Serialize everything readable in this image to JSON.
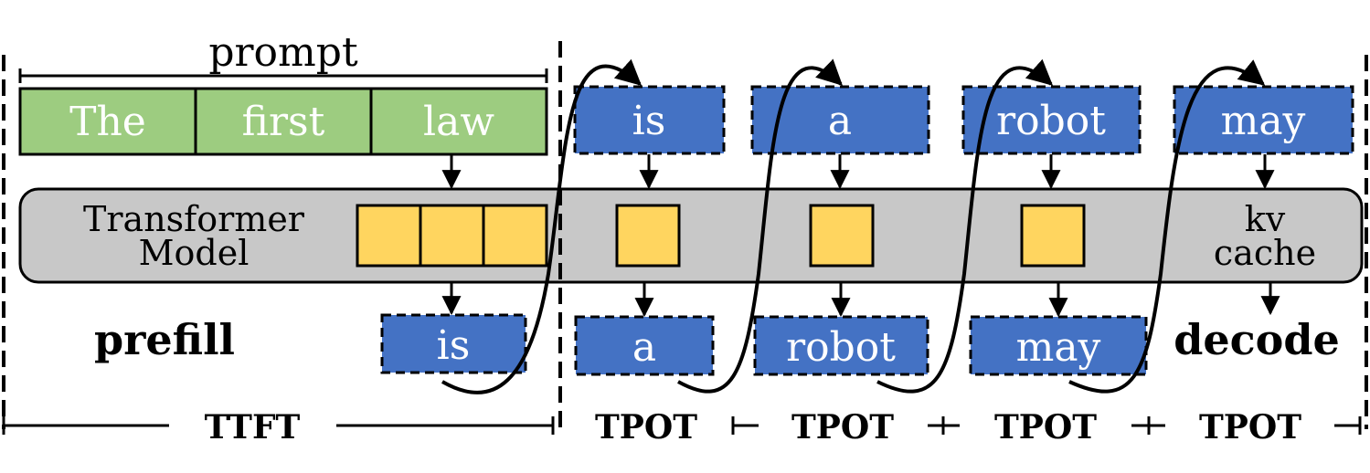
{
  "prompt_label": "prompt",
  "prompt_tokens": [
    "The",
    "first",
    "law"
  ],
  "model_label": [
    "Transformer",
    "Model"
  ],
  "kv_cache_label": [
    "kv",
    "cache"
  ],
  "input_tokens": [
    "is",
    "a",
    "robot",
    "may"
  ],
  "prefill_output": "is",
  "decode_outputs": [
    "a",
    "robot",
    "may"
  ],
  "phase_labels": {
    "prefill": "prefill",
    "decode": "decode"
  },
  "timing_labels": {
    "ttft": "TTFT",
    "tpot": [
      "TPOT",
      "TPOT",
      "TPOT",
      "TPOT"
    ]
  },
  "colors": {
    "prompt_green": "#9dcc80",
    "token_blue": "#4472c4",
    "kv_yellow": "#ffd55f",
    "model_gray": "#c8c8c8"
  }
}
